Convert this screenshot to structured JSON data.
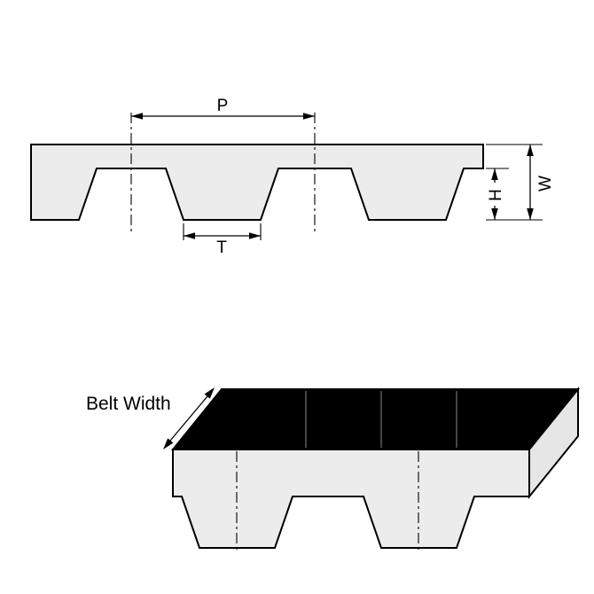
{
  "diagram": {
    "type": "timing-belt-dimension-drawing",
    "cross_section": {
      "pitch_label": "P",
      "tooth_width_label": "T",
      "tooth_height_label": "H",
      "belt_thickness_label": "W"
    },
    "perspective": {
      "belt_width_label": "Belt Width"
    }
  },
  "colors": {
    "background": "#ffffff",
    "belt_fill": "#ececec",
    "outline": "#000000",
    "top_face_fill": "#000000",
    "end_face_fill": "#e6e6e6",
    "seam_line": "#8a8a8a"
  }
}
